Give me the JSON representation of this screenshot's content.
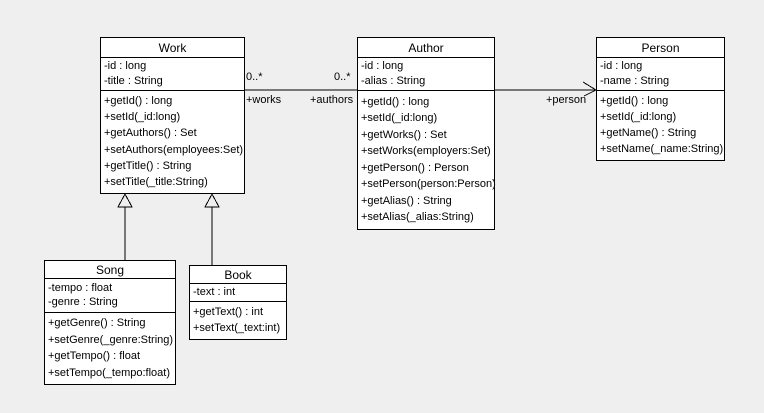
{
  "diagram": {
    "type": "uml-class-diagram",
    "background_color": "#efefef",
    "node_fill": "#ffffff",
    "line_color": "#000000"
  },
  "classes": [
    {
      "name": "Work",
      "attributes": [
        "-id : long",
        "-title : String"
      ],
      "methods": [
        "+getId() : long",
        "+setId(_id:long)",
        "+getAuthors() : Set",
        "+setAuthors(employees:Set)",
        "+getTitle() : String",
        "+setTitle(_title:String)"
      ]
    },
    {
      "name": "Author",
      "attributes": [
        "-id : long",
        "-alias : String"
      ],
      "methods": [
        "+getId() : long",
        "+setId(_id:long)",
        "+getWorks() : Set",
        "+setWorks(employers:Set)",
        "+getPerson() : Person",
        "+setPerson(person:Person)",
        "+getAlias() : String",
        "+setAlias(_alias:String)"
      ]
    },
    {
      "name": "Person",
      "attributes": [
        "-id : long",
        "-name : String"
      ],
      "methods": [
        "+getId() : long",
        "+setId(_id:long)",
        "+getName() : String",
        "+setName(_name:String)"
      ]
    },
    {
      "name": "Song",
      "attributes": [
        "-tempo : float",
        "-genre : String"
      ],
      "methods": [
        "+getGenre() : String",
        "+setGenre(_genre:String)",
        "+getTempo() : float",
        "+setTempo(_tempo:float)"
      ]
    },
    {
      "name": "Book",
      "attributes": [
        "-text : int"
      ],
      "methods": [
        "+getText() : int",
        "+setText(_text:int)"
      ]
    }
  ],
  "relationships": [
    {
      "type": "association",
      "from": "Work",
      "to": "Author",
      "from_multiplicity": "0..*",
      "to_multiplicity": "0..*",
      "from_role": "+works",
      "to_role": "+authors"
    },
    {
      "type": "directed-association",
      "from": "Author",
      "to": "Person",
      "to_role": "+person"
    },
    {
      "type": "generalization",
      "from": "Song",
      "to": "Work"
    },
    {
      "type": "generalization",
      "from": "Book",
      "to": "Work"
    }
  ]
}
